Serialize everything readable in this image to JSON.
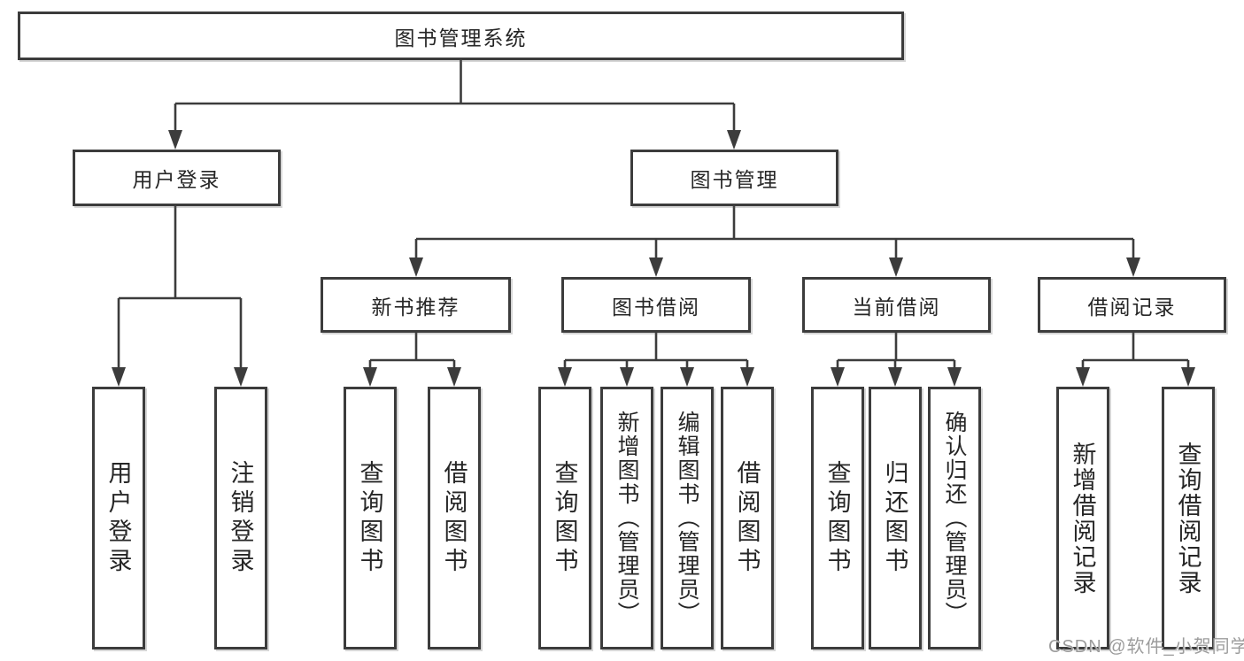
{
  "colors": {
    "background": "#ffffff",
    "line": "#3c3c3c",
    "text": "#262626",
    "watermark": "#9c9c9c"
  },
  "watermark": {
    "text": "CSDN @软件_小贺同学"
  },
  "tree": {
    "root": {
      "label": "图书管理系统"
    },
    "branches": [
      {
        "label": "用户登录",
        "leaves": [
          {
            "label": "用户登录"
          },
          {
            "label": "注销登录"
          }
        ]
      },
      {
        "label": "图书管理",
        "children": [
          {
            "label": "新书推荐",
            "leaves": [
              {
                "label": "查询图书"
              },
              {
                "label": "借阅图书"
              }
            ]
          },
          {
            "label": "图书借阅",
            "leaves": [
              {
                "label": "查询图书"
              },
              {
                "label": "新增图书（管理员）"
              },
              {
                "label": "编辑图书（管理员）"
              },
              {
                "label": "借阅图书"
              }
            ]
          },
          {
            "label": "当前借阅",
            "leaves": [
              {
                "label": "查询图书"
              },
              {
                "label": "归还图书"
              },
              {
                "label": "确认归还（管理员）"
              }
            ]
          },
          {
            "label": "借阅记录",
            "leaves": [
              {
                "label": "新增借阅记录"
              },
              {
                "label": "查询借阅记录"
              }
            ]
          }
        ]
      }
    ]
  }
}
